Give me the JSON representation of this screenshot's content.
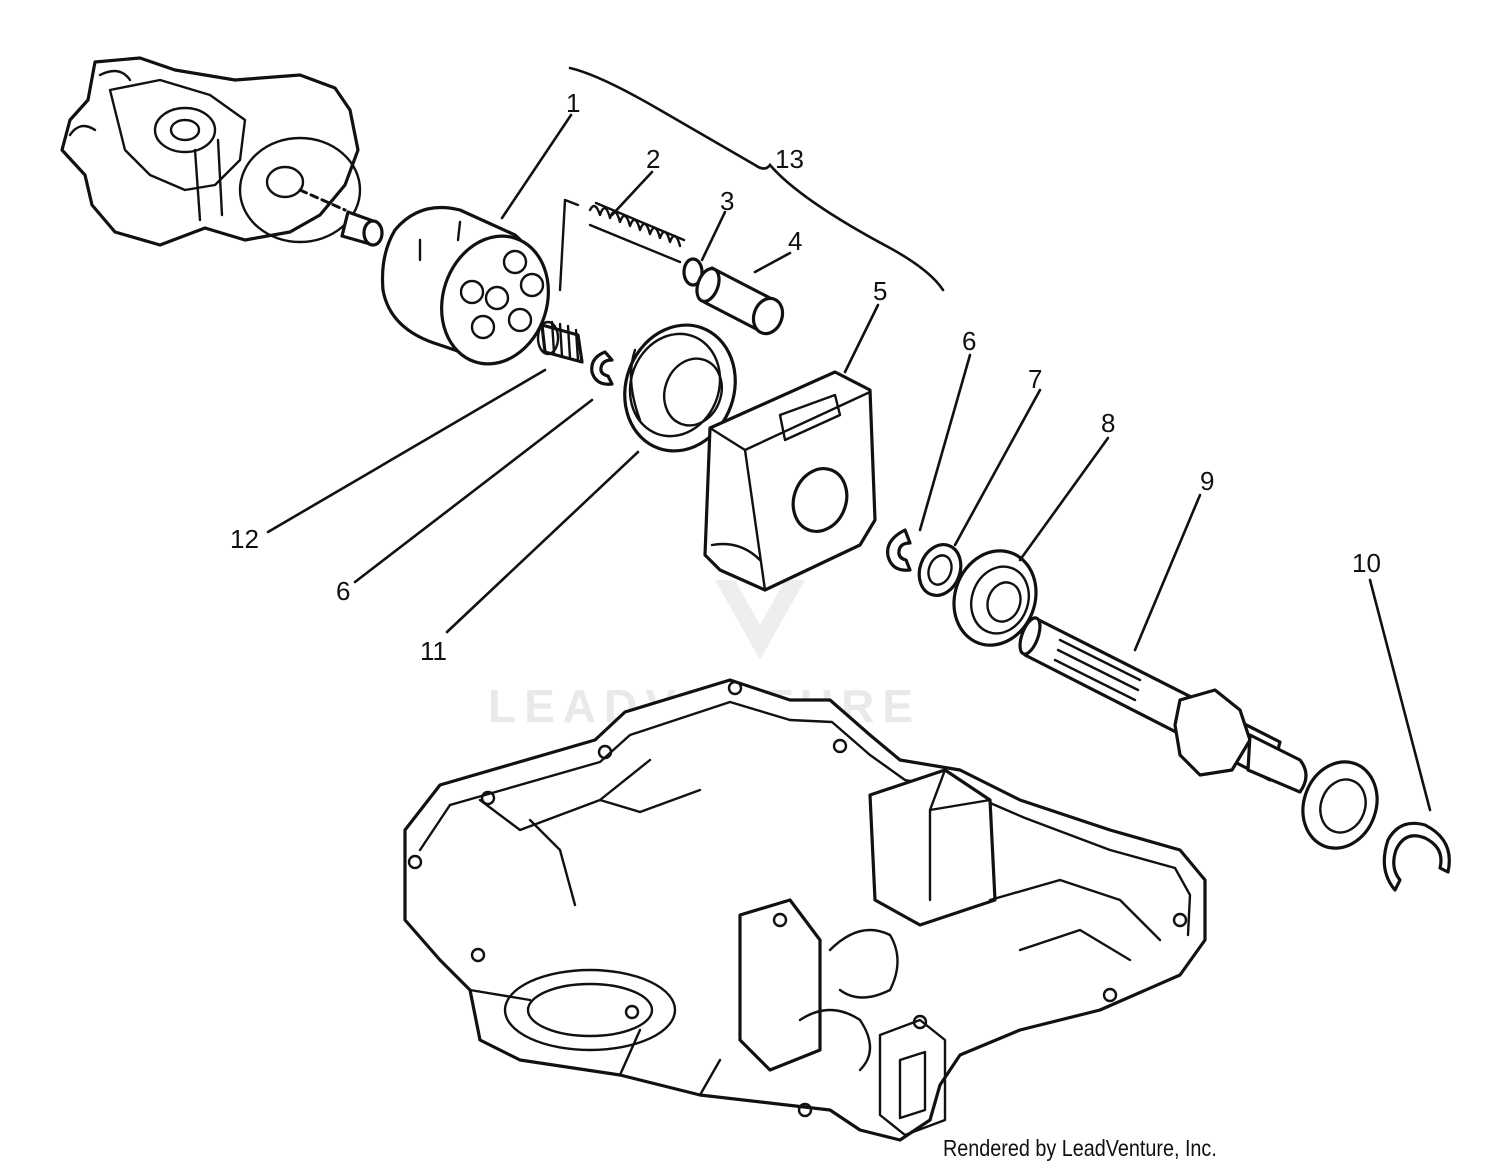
{
  "callouts": {
    "c1": "1",
    "c2": "2",
    "c3": "3",
    "c4": "4",
    "c5": "5",
    "c6a": "6",
    "c6b": "6",
    "c7": "7",
    "c8": "8",
    "c9": "9",
    "c10": "10",
    "c11": "11",
    "c12": "12",
    "c13": "13"
  },
  "watermark": {
    "text": "LEADVENTURE"
  },
  "credit": "Rendered by LeadVenture, Inc.",
  "colors": {
    "line": "#111111",
    "background": "#ffffff",
    "watermark": "#e9e9e9"
  }
}
